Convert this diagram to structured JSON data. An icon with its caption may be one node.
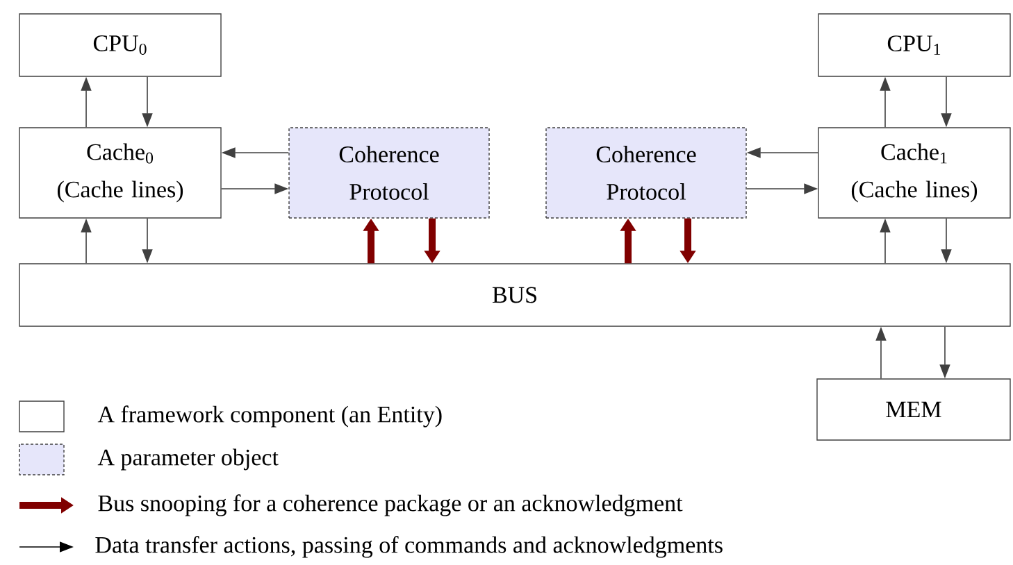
{
  "diagram": {
    "nodes": [
      {
        "text": [
          "CPU$_{0}$"
        ]
      },
      {
        "text": [
          "CPU$_{1}$"
        ]
      },
      {
        "text": [
          "Cache$_{0}$ (Cache lines)"
        ]
      },
      {
        "text": [
          "Coherence Protocol"
        ]
      },
      {
        "text": [
          "Coherence Protocol"
        ]
      },
      {
        "text": [
          "Cache$_{1}$ (Cache lines)"
        ]
      },
      {
        "text": [
          "BUS"
        ]
      },
      {
        "text": [
          "MEM"
        ]
      }
    ],
    "edges": [
      {
        "from": 2,
        "to": 0,
        "arrow": "to"
      },
      {
        "from": 0,
        "to": 2,
        "arrow": "to"
      },
      {
        "from": 3,
        "to": 2,
        "arrow": "to"
      },
      {
        "from": 2,
        "to": 3,
        "arrow": "to"
      },
      {
        "from": 6,
        "to": 2,
        "arrow": "to"
      },
      {
        "from": 2,
        "to": 6,
        "arrow": "to"
      },
      {
        "from": 6,
        "to": 3,
        "arrow": "to",
        "style": "thick",
        "color": "#800000"
      },
      {
        "from": 3,
        "to": 6,
        "arrow": "to",
        "style": "thick",
        "color": "#800000"
      },
      {
        "from": 6,
        "to": 4,
        "arrow": "to",
        "style": "thick",
        "color": "#800000"
      },
      {
        "from": 4,
        "to": 6,
        "arrow": "to",
        "style": "thick",
        "color": "#800000"
      },
      {
        "from": 5,
        "to": 4,
        "arrow": "to"
      },
      {
        "from": 4,
        "to": 5,
        "arrow": "to"
      },
      {
        "from": 5,
        "to": 1,
        "arrow": "to"
      },
      {
        "from": 1,
        "to": 5,
        "arrow": "to"
      },
      {
        "from": 6,
        "to": 5,
        "arrow": "to"
      },
      {
        "from": 5,
        "to": 6,
        "arrow": "to"
      },
      {
        "from": 7,
        "to": 6,
        "arrow": "to"
      },
      {
        "from": 6,
        "to": 7,
        "arrow": "to"
      }
    ],
    "legend": [
      {
        "text": "A framework component (an Entity)"
      },
      {
        "text": "A parameter object",
        "color": "#e6e6fa"
      },
      {
        "text": "Bus snooping for a coherence package or an acknowledgment"
      },
      {
        "text": "Data transfer actions, passing of commands and acknowledgments"
      }
    ]
  }
}
